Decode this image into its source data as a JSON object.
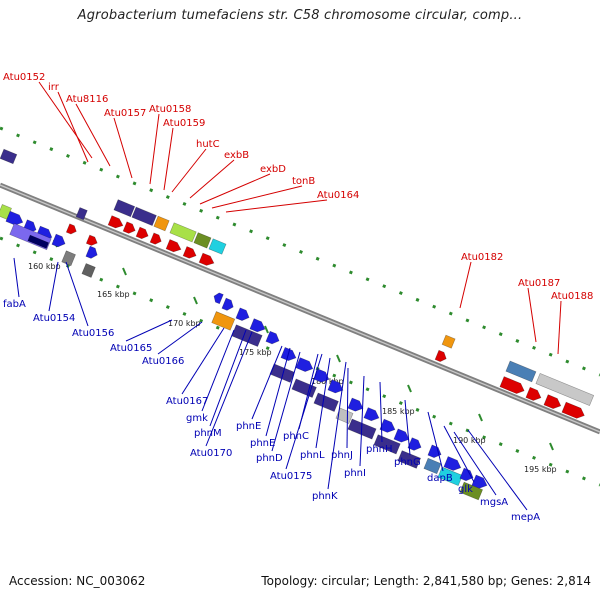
{
  "title": "Agrobacterium tumefaciens str. C58 chromosome circular, comp...",
  "footer": {
    "accession": "Accession: NC_003062",
    "stats": "Topology: circular; Length: 2,841,580 bp; Genes: 2,814"
  },
  "colors": {
    "backbone": "#808080",
    "forward_rrna": "#dd0000",
    "cds": "#1f1fe0",
    "cds_dark": "#3a2e8c",
    "gc_dots": "#2e8b2e",
    "top_label": "#d40000",
    "bottom_label": "#0000b4"
  },
  "kbp_ticks": [
    "160 kbp",
    "165 kbp",
    "170 kbp",
    "175 kbp",
    "180 kbp",
    "185 kbp",
    "190 kbp",
    "195 kbp"
  ],
  "top_labels": [
    "Atu0152",
    "irr",
    "Atu8116",
    "Atu0157",
    "Atu0158",
    "Atu0159",
    "hutC",
    "exbB",
    "exbD",
    "tonB",
    "Atu0164",
    "Atu0182",
    "Atu0187",
    "Atu0188"
  ],
  "bottom_labels": [
    "fabA",
    "Atu0154",
    "Atu0156",
    "Atu0165",
    "Atu0166",
    "Atu0167",
    "gmk",
    "phnM",
    "Atu0170",
    "phnE",
    "phnE",
    "phnD",
    "phnC",
    "phnL",
    "Atu0175",
    "phnK",
    "phnJ",
    "phnI",
    "phnH",
    "phnG",
    "dapB",
    "glk",
    "mgsA",
    "mepA"
  ]
}
